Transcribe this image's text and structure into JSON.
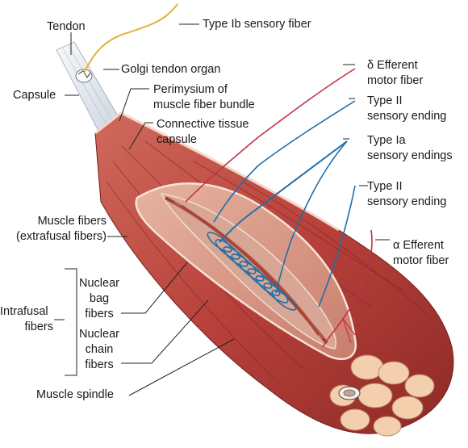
{
  "labels": {
    "tendon": "Tendon",
    "type_ib": "Type Ib sensory fiber",
    "golgi": "Golgi tendon organ",
    "capsule": "Capsule",
    "perimysium_1": "Perimysium of",
    "perimysium_2": "muscle fiber bundle",
    "connective_1": "Connective tissue",
    "connective_2": "capsule",
    "delta_1": "δ Efferent",
    "delta_2": "motor fiber",
    "type2_top_1": "Type II",
    "type2_top_2": "sensory ending",
    "type1a_1": "Type Ia",
    "type1a_2": "sensory endings",
    "type2_bottom_1": "Type II",
    "type2_bottom_2": "sensory ending",
    "alpha_1": "α Efferent",
    "alpha_2": "motor fiber",
    "muscle_fibers_1": "Muscle fibers",
    "muscle_fibers_2": "(extrafusal fibers)",
    "nuclear_bag_1": "Nuclear",
    "nuclear_bag_2": "bag",
    "nuclear_bag_3": "fibers",
    "intrafusal_1": "Intrafusal",
    "intrafusal_2": "fibers",
    "nuclear_chain_1": "Nuclear",
    "nuclear_chain_2": "chain",
    "nuclear_chain_3": "fibers",
    "muscle_spindle": "Muscle spindle"
  },
  "colors": {
    "muscle": "#b8403a",
    "muscle_dark": "#8e2a27",
    "muscle_light": "#d98a78",
    "fascia": "#f3d6c8",
    "tendon": "#eef2f6",
    "nerve_blue": "#1f6fa8",
    "nerve_red": "#c23347",
    "nerve_yellow": "#e2b23a",
    "fiber_end": "#f4cfae",
    "leader": "#222222"
  }
}
